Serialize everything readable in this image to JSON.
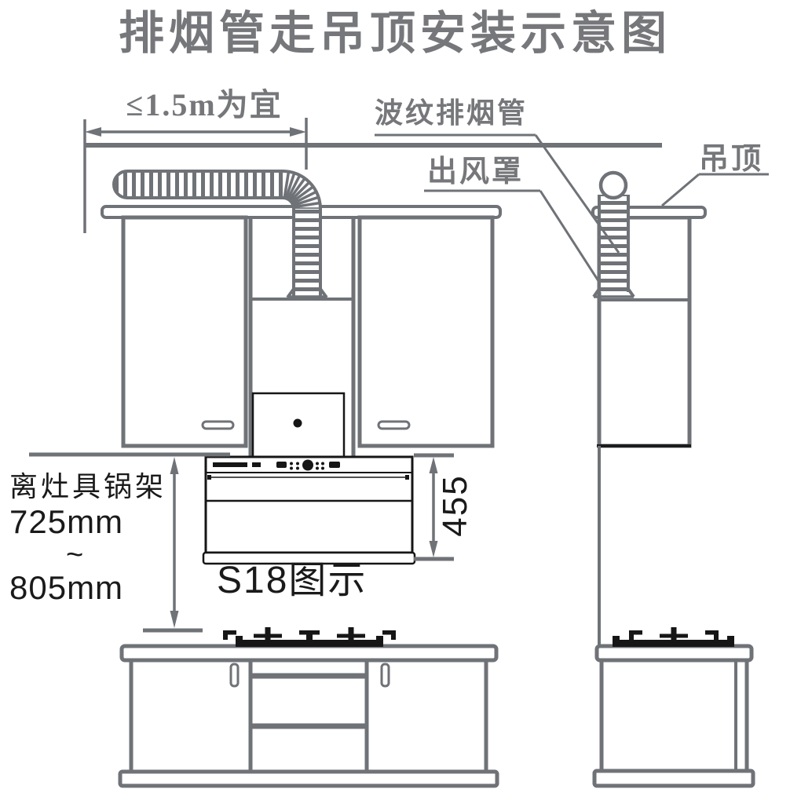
{
  "diagram": {
    "title": "排烟管走吊顶安装示意图",
    "dimensions": {
      "duct_length": "≤1.5m为宜",
      "hood_height": "455",
      "hood_to_stove": {
        "caption": "离灶具锅架",
        "min": "725mm",
        "tilde": "~",
        "max": "805mm"
      }
    },
    "callouts": {
      "corrugated_duct": "波纹排烟管",
      "air_outlet_cover": "出风罩",
      "suspended_ceiling": "吊顶"
    },
    "caption": "S18图示",
    "colors": {
      "line": "#6f7277",
      "label_text": "#76777a",
      "ink": "#1a1a1a",
      "background": "#ffffff"
    }
  }
}
